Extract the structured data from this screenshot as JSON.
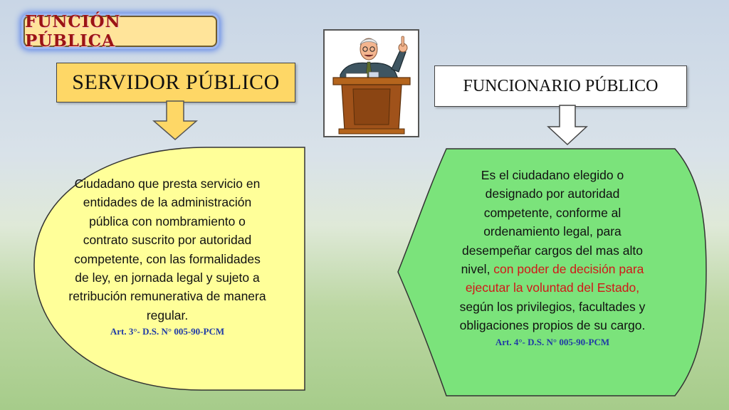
{
  "title": "FUNCIÓN PÚBLICA",
  "servidor": {
    "heading": "SERVIDOR  PÚBLICO",
    "definition": "Ciudadano que presta servicio en entidades de la administración pública con nombramiento o contrato suscrito por autoridad competente, con las formalidades de ley, en jornada legal y sujeto a retribución remunerativa de manera regular.",
    "reference": "Art. 3°- D.S. N° 005-90-PCM",
    "colors": {
      "box": "#fed766",
      "bubble": "#ffff99"
    }
  },
  "funcionario": {
    "heading": "FUNCIONARIO  PÚBLICO",
    "definition_part1": "Es el ciudadano elegido o designado por autoridad competente, conforme al ordenamiento legal, para desempeñar cargos del mas alto nivel, ",
    "definition_highlight": "con poder de decisión para ejecutar la voluntad del Estado,",
    "definition_part2": " según los privilegios, facultades y obligaciones propios de su cargo.",
    "reference": "Art. 4°- D.S. N° 005-90-PCM",
    "colors": {
      "box": "#ffffff",
      "bubble": "#7be37b",
      "highlight": "#d11818"
    }
  },
  "illustration": {
    "icon": "speaker-at-podium-icon"
  }
}
